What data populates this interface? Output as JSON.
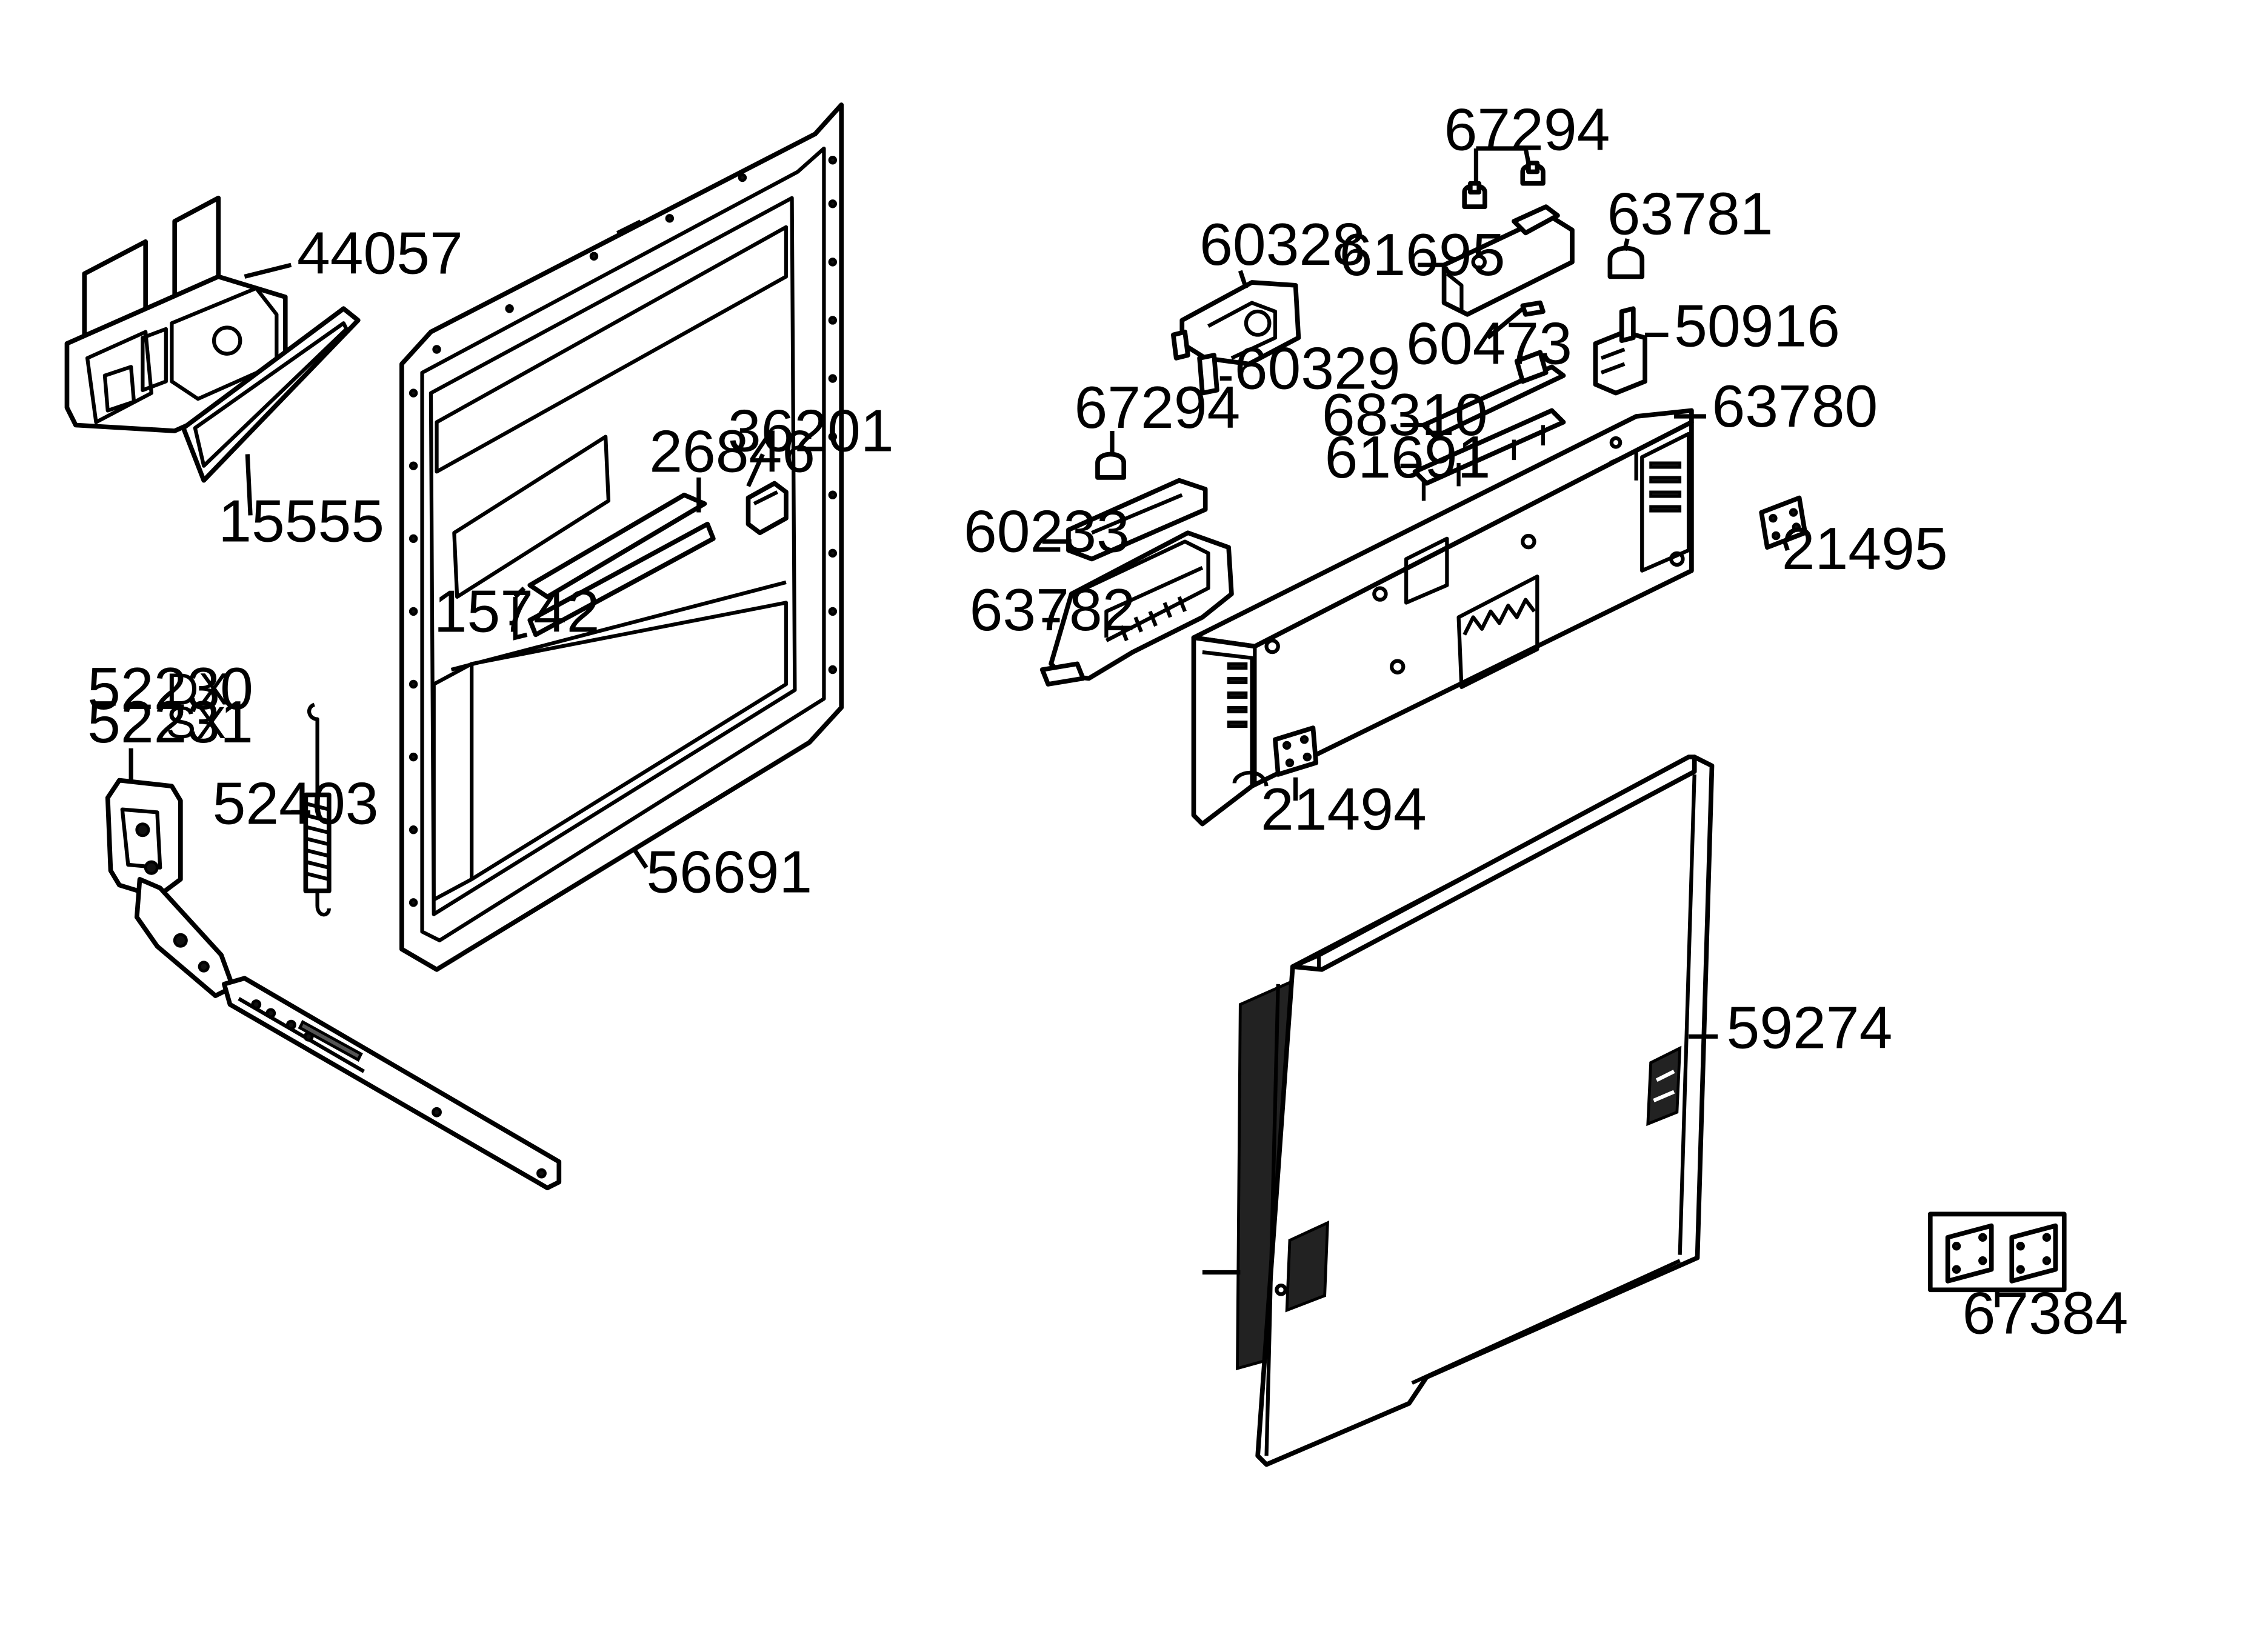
{
  "diagram": {
    "labels": {
      "p44057": "44057",
      "p15555": "15555",
      "p26846": "26846",
      "p36201": "36201",
      "p15742": "15742",
      "p52230": "52230",
      "p52230_suffix": "DX",
      "p52231": "52231",
      "p52231_suffix": "SX",
      "p52403": "52403",
      "p56691": "56691",
      "p67294_top": "67294",
      "p63781": "63781",
      "p60328": "60328",
      "p61695": "61695",
      "p60473": "60473",
      "p50916": "50916",
      "p60329": "60329",
      "p67294_mid": "67294",
      "p68310": "68310",
      "p63780": "63780",
      "p61691": "61691",
      "p60233": "60233",
      "p21495": "21495",
      "p63782": "63782",
      "p21494": "21494",
      "p59274": "59274",
      "p67384": "67384"
    }
  }
}
